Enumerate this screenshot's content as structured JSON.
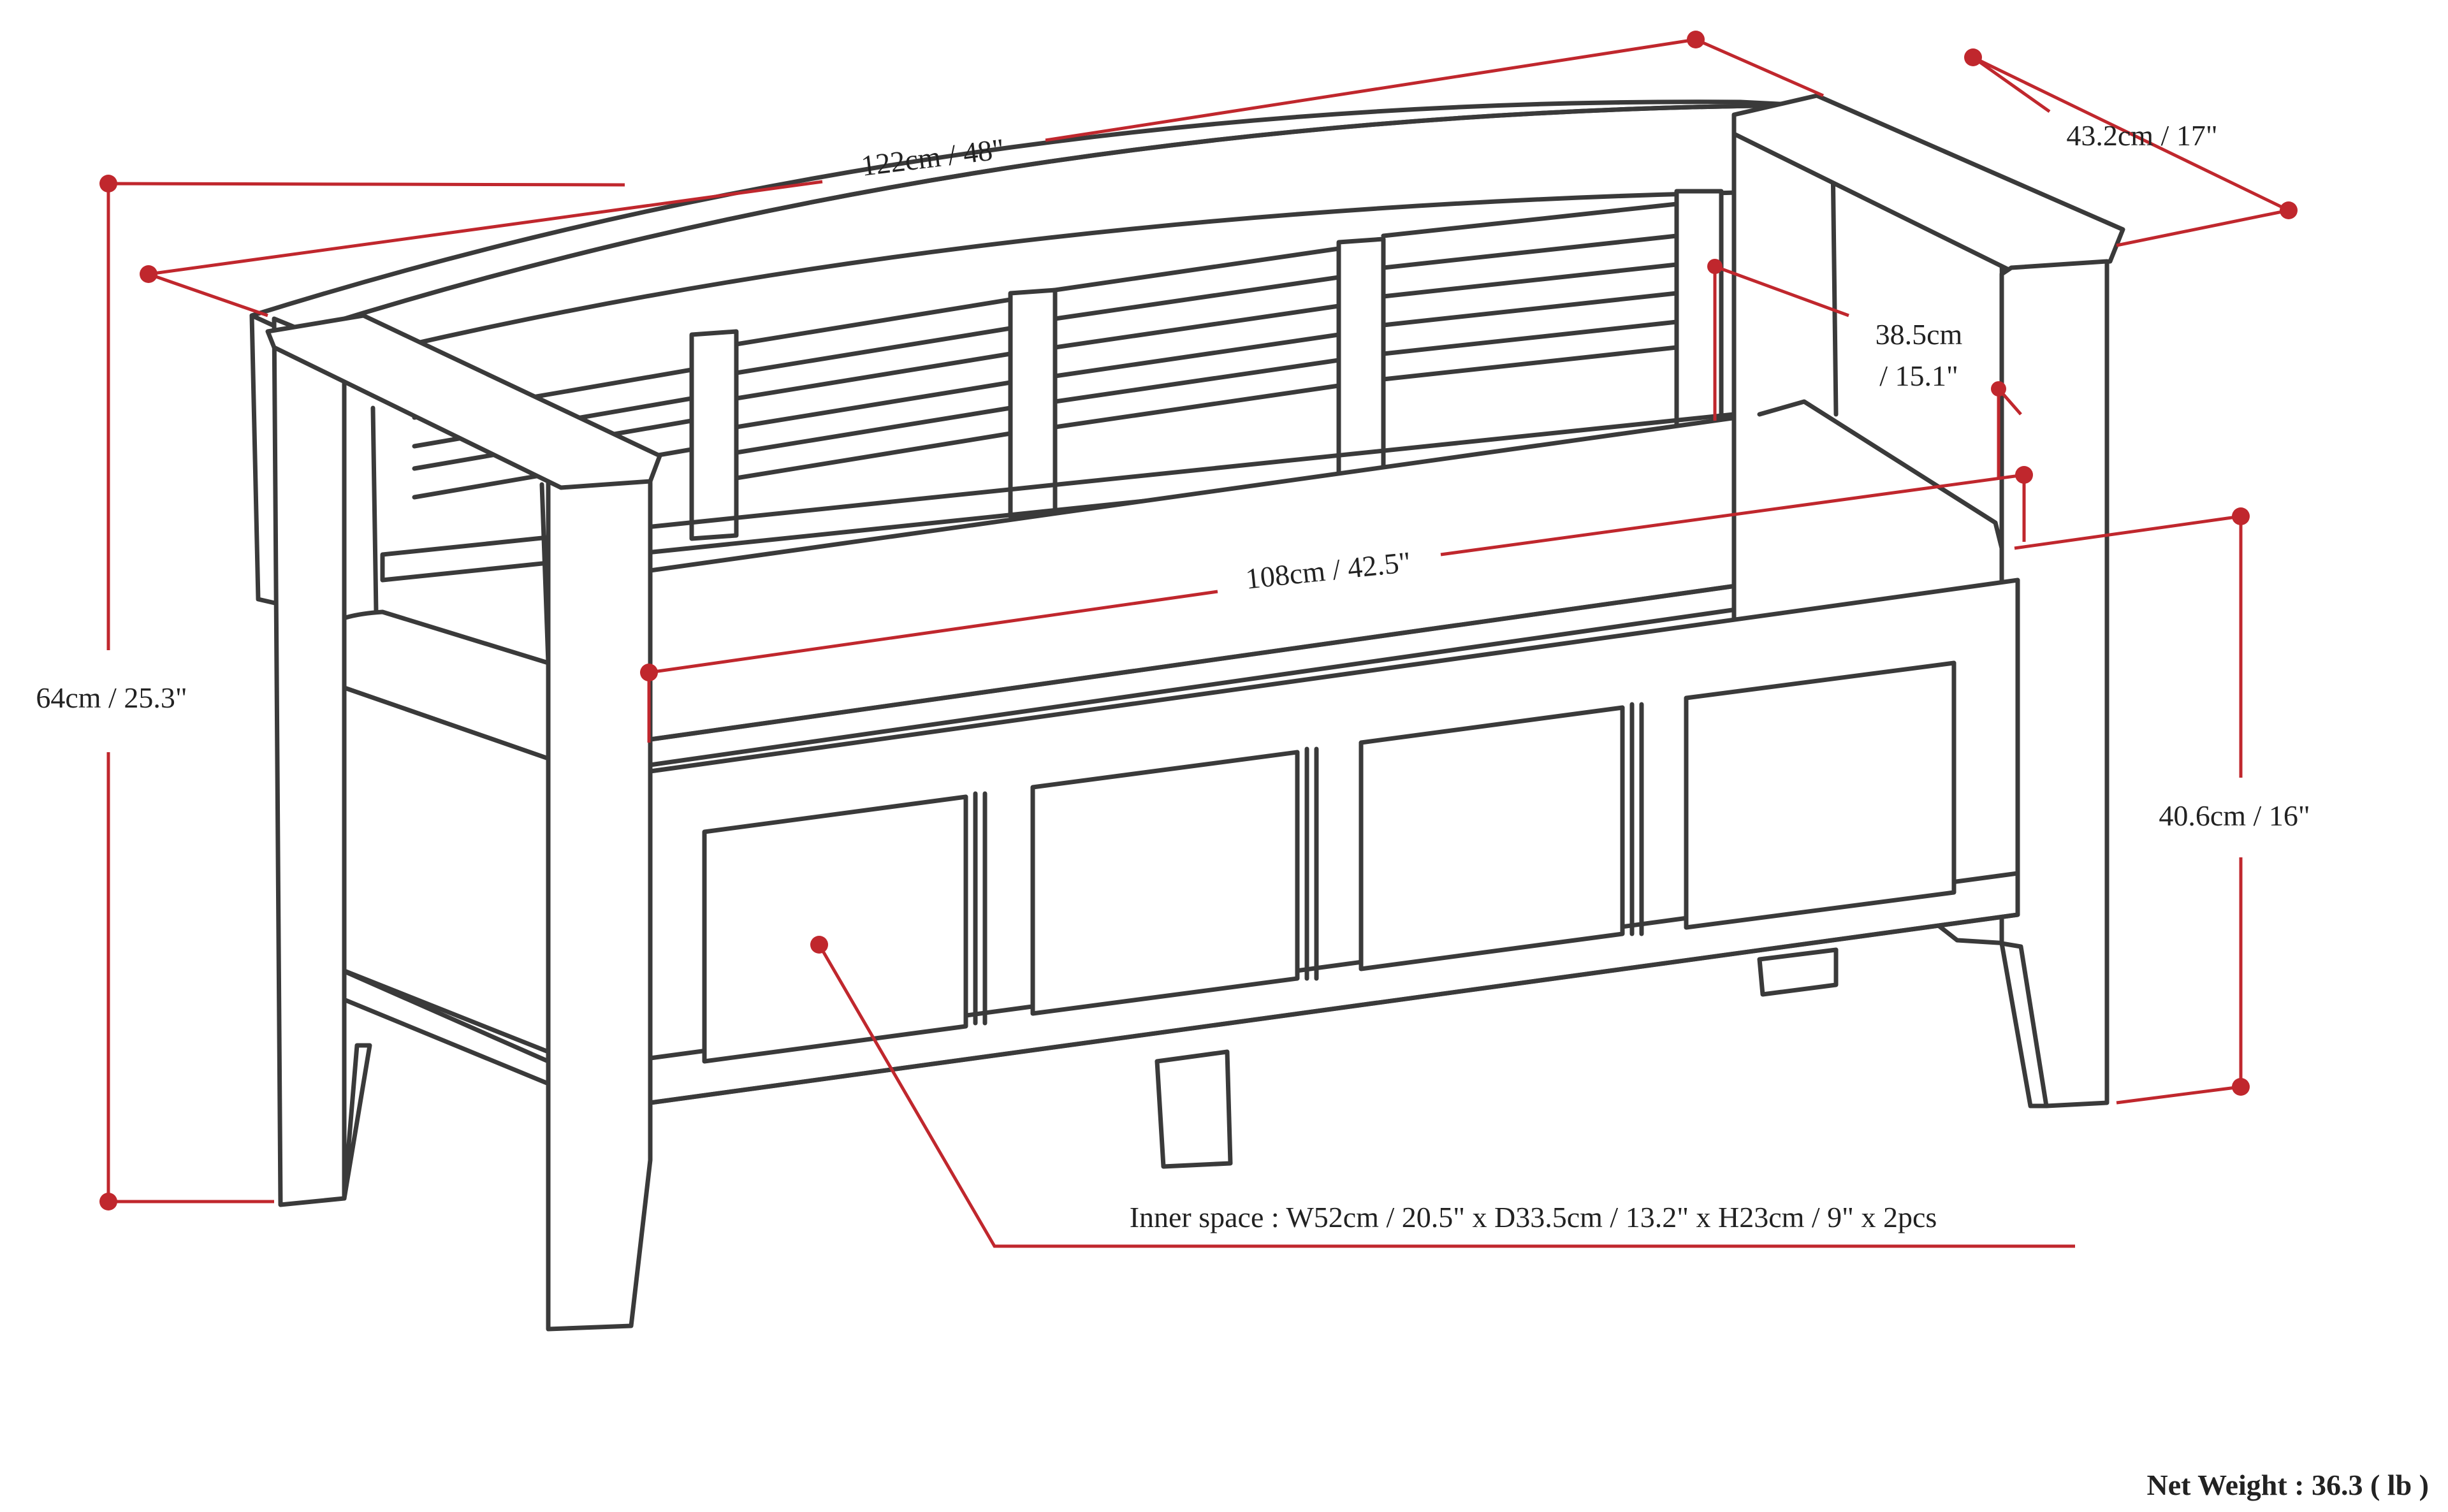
{
  "dimensions": {
    "width": "122cm / 48\"",
    "depth": "43.2cm / 17\"",
    "height": "64cm / 25.3\"",
    "back_height_line1": "38.5cm",
    "back_height_line2": "/ 15.1\"",
    "seat_width": "108cm / 42.5\"",
    "seat_height": "40.6cm / 16\""
  },
  "inner_space": "Inner space : W52cm / 20.5\" x D33.5cm / 13.2\" x H23cm / 9\" x 2pcs",
  "net_weight": "Net Weight : 36.3 ( lb )",
  "colors": {
    "outline": "#3a3a3a",
    "dimension": "#c0272d",
    "text": "#222222"
  }
}
